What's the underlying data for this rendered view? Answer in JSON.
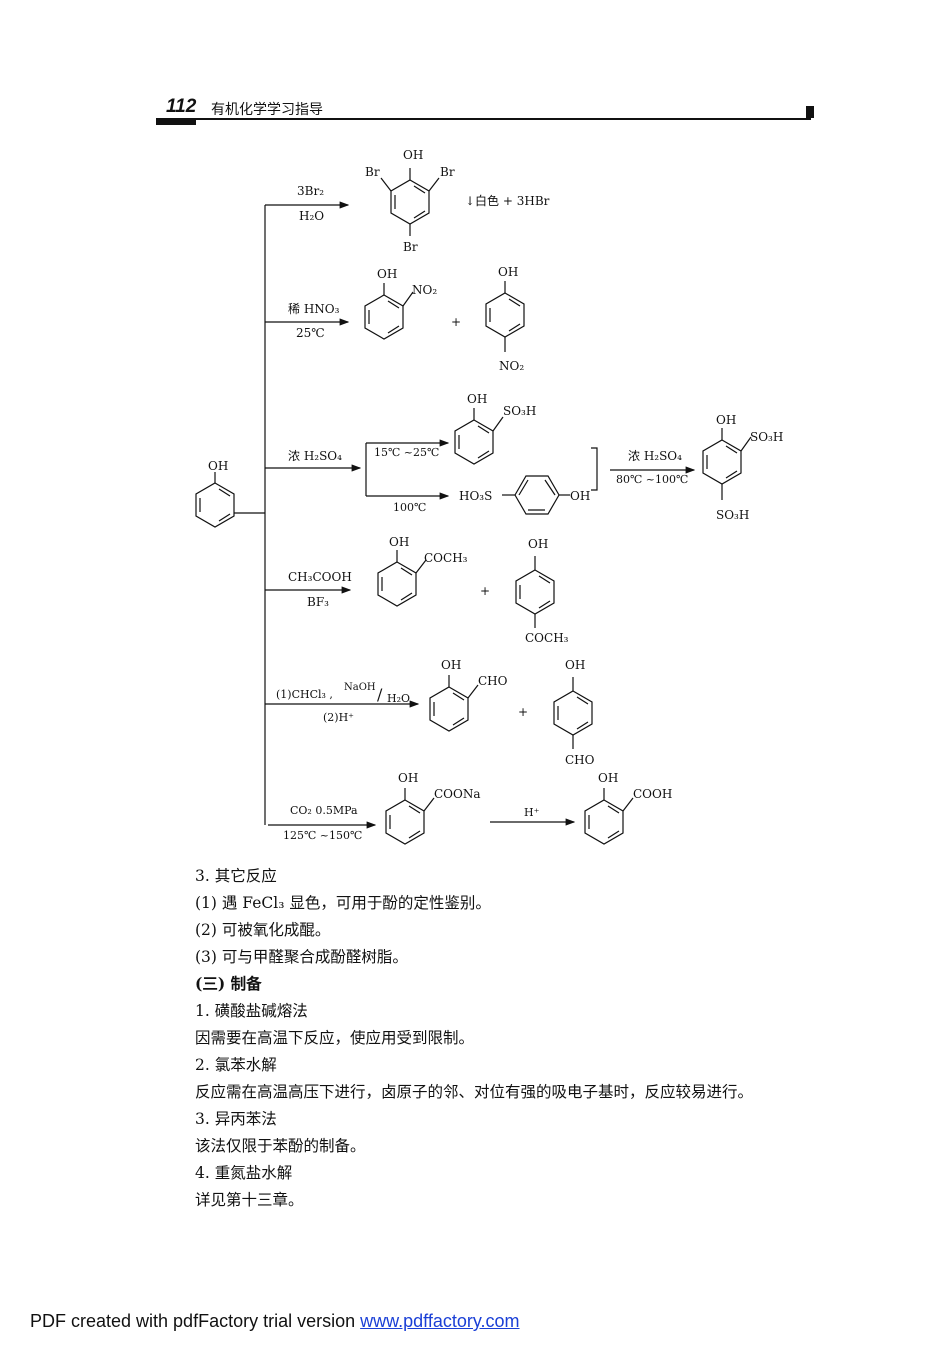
{
  "header": {
    "page_number": "112",
    "book_title": "有机化学学习指导"
  },
  "scheme": {
    "phenol": {
      "oh": "OH"
    },
    "r1": {
      "reagent_top": "3Br₂",
      "reagent_bottom": "H₂O",
      "p_oh": "OH",
      "p_br_left": "Br",
      "p_br_right": "Br",
      "p_br_bottom": "Br",
      "note": "↓白色 + 3HBr"
    },
    "r2": {
      "reagent_top": "稀 HNO₃",
      "reagent_bottom": "25℃",
      "a_oh": "OH",
      "a_sub": "NO₂",
      "plus": "+",
      "b_oh": "OH",
      "b_sub": "NO₂"
    },
    "r3": {
      "reagent": "浓 H₂SO₄",
      "cond_low": "15℃ ~25℃",
      "cond_high": "100℃",
      "a_oh": "OH",
      "a_sub": "SO₃H",
      "b_left": "HO₃S",
      "b_right": "OH",
      "reagent2_top": "浓 H₂SO₄",
      "reagent2_bottom": "80℃ ~100℃",
      "c_oh": "OH",
      "c_sub1": "SO₃H",
      "c_sub2": "SO₃H"
    },
    "r4": {
      "reagent_top": "CH₃COOH",
      "reagent_bottom": "BF₃",
      "a_oh": "OH",
      "a_sub": "COCH₃",
      "plus": "+",
      "b_oh": "OH",
      "b_sub": "COCH₃"
    },
    "r5": {
      "reagent_top_a": "(1)CHCl₃ ,",
      "reagent_top_b": "NaOH",
      "reagent_top_c": "/",
      "reagent_top_d": "H₂O",
      "reagent_bottom": "(2)H⁺",
      "a_oh": "OH",
      "a_sub": "CHO",
      "plus": "+",
      "b_oh": "OH",
      "b_sub": "CHO"
    },
    "r6": {
      "reagent_top": "CO₂ 0.5MPa",
      "reagent_bottom": "125℃ ~150℃",
      "a_oh": "OH",
      "a_sub": "COONa",
      "arrow2": "H⁺",
      "b_oh": "OH",
      "b_sub": "COOH"
    }
  },
  "body": [
    {
      "text": "3. 其它反应",
      "bold": false
    },
    {
      "text": "(1) 遇 FeCl₃ 显色，可用于酚的定性鉴别。",
      "bold": false
    },
    {
      "text": "(2) 可被氧化成醌。",
      "bold": false
    },
    {
      "text": "(3) 可与甲醛聚合成酚醛树脂。",
      "bold": false
    },
    {
      "text": "(三) 制备",
      "bold": true
    },
    {
      "text": "1. 磺酸盐碱熔法",
      "bold": false
    },
    {
      "text": "因需要在高温下反应，使应用受到限制。",
      "bold": false
    },
    {
      "text": "2. 氯苯水解",
      "bold": false
    },
    {
      "text": "反应需在高温高压下进行，卤原子的邻、对位有强的吸电子基时，反应较易进行。",
      "bold": false
    },
    {
      "text": "3. 异丙苯法",
      "bold": false
    },
    {
      "text": "该法仅限于苯酚的制备。",
      "bold": false
    },
    {
      "text": "4. 重氮盐水解",
      "bold": false
    },
    {
      "text": "详见第十三章。",
      "bold": false
    }
  ],
  "footer": {
    "prefix": "PDF created with pdfFactory trial version ",
    "link": "www.pdffactory.com"
  }
}
